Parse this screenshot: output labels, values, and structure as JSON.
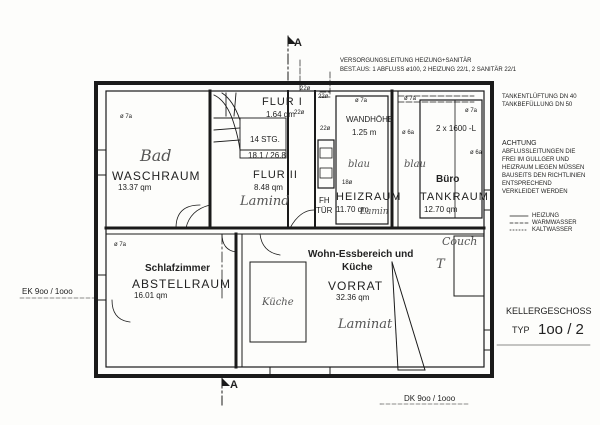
{
  "section_marker": "A",
  "header_note": {
    "line1": "VERSORGUNGSLEITUNG HEIZUNG+SANITÄR",
    "line2": "BEST.AUS: 1 ABFLUSS ø100, 2 HEIZUNG 22/1, 2 SANITÄR 22/1"
  },
  "rooms": {
    "waschraum": {
      "name": "WASCHRAUM",
      "area": "13.37 qm",
      "note": "Bad"
    },
    "flur1": {
      "name": "FLUR I",
      "area": "1.64 qm"
    },
    "stair": {
      "steps": "14 STG.",
      "ratio": "18.1 / 26.8"
    },
    "flur2": {
      "name": "FLUR II",
      "area": "8.48 qm",
      "note": "Lamind"
    },
    "wandhoehe": {
      "name": "WANDHÖHE",
      "value": "1.25 m"
    },
    "heizraum": {
      "name": "HEIZRAUM",
      "area": "11.70 qm",
      "note1": "blau",
      "note2": "Lamin"
    },
    "tankraum": {
      "name": "TANKRAUM",
      "area": "12.70 qm",
      "note1": "blau",
      "note2": "Büro",
      "tank": "2 x 1600 -L"
    },
    "fh_tuer": {
      "line1": "FH",
      "line2": "TÜR"
    },
    "abstellraum": {
      "name": "ABSTELLRAUM",
      "area": "16.01 qm",
      "note": "Schlafzimmer"
    },
    "vorrat": {
      "name": "VORRAT",
      "area": "32.36 qm",
      "note1": "Wohn-Essbereich und",
      "note2": "Küche",
      "note3": "Küche",
      "note4": "Laminat",
      "note5": "Couch",
      "note6": "T"
    }
  },
  "tank_notes": {
    "line1": "TANKENTLÜFTUNG DN 40",
    "line2": "TANKBEFÜLLUNG DN 50"
  },
  "achtung": {
    "title": "ACHTUNG",
    "lines": [
      "ABFLUSSLEITUNGEN DIE",
      "FREI IM GULLGER UND",
      "HEIZRAUM LIEGEN MÜSSEN",
      "BAUSEITS DEN RICHTLINIEN",
      "ENTSPRECHEND",
      "VERKLEIDET WERDEN"
    ]
  },
  "legend": [
    "HEIZUNG",
    "WARMWASSER",
    "KALTWASSER"
  ],
  "ek": "EK 9oo / 1ooo",
  "dk": "DK 9oo / 1ooo",
  "title": {
    "line1": "KELLERGESCHOSS",
    "typ": "TYP",
    "num": "1oo / 2"
  },
  "small_tags": {
    "a": "ø 7a",
    "b": "ø 7a",
    "c": "ø 7a",
    "d": "ø 7a",
    "e": "22ø",
    "f": "22ø",
    "g": "ø 6a",
    "h": "ø 6a",
    "i": "18ø",
    "j": "22ø",
    "k": "22ø",
    "l": "ø 7a"
  }
}
